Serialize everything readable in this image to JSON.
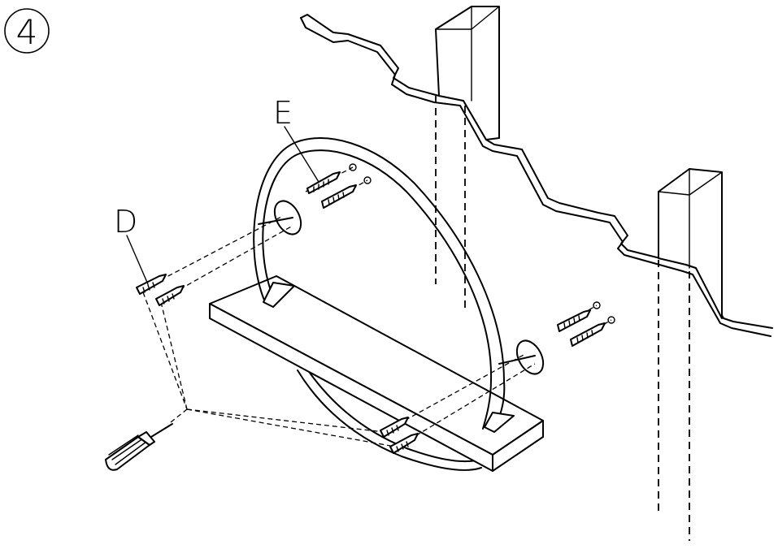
{
  "step": {
    "number": "4"
  },
  "labels": {
    "anchor": "E",
    "screw": "D"
  },
  "parts": {
    "screws_d": 4,
    "anchors_e": 4,
    "tool": "screwdriver"
  },
  "colors": {
    "line": "#000000",
    "background": "#ffffff"
  }
}
